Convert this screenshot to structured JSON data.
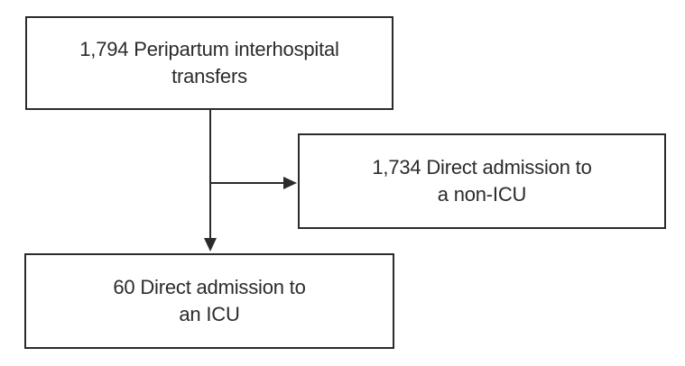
{
  "diagram": {
    "type": "flowchart",
    "colors": {
      "line": "#2b2b2b",
      "text": "#2b2b2b",
      "background": "#ffffff"
    },
    "nodes": {
      "transfers": {
        "count": "1,794",
        "label": "1,794 Peripartum interhospital\ntransfers"
      },
      "non_icu": {
        "count": "1,734",
        "label": "1,734 Direct admission to\na non-ICU"
      },
      "icu": {
        "count": "60",
        "label": "60 Direct admission to\nan ICU"
      }
    },
    "edges": [
      {
        "from": "transfers",
        "to": "non_icu",
        "direction": "right"
      },
      {
        "from": "transfers",
        "to": "icu",
        "direction": "down"
      }
    ]
  }
}
